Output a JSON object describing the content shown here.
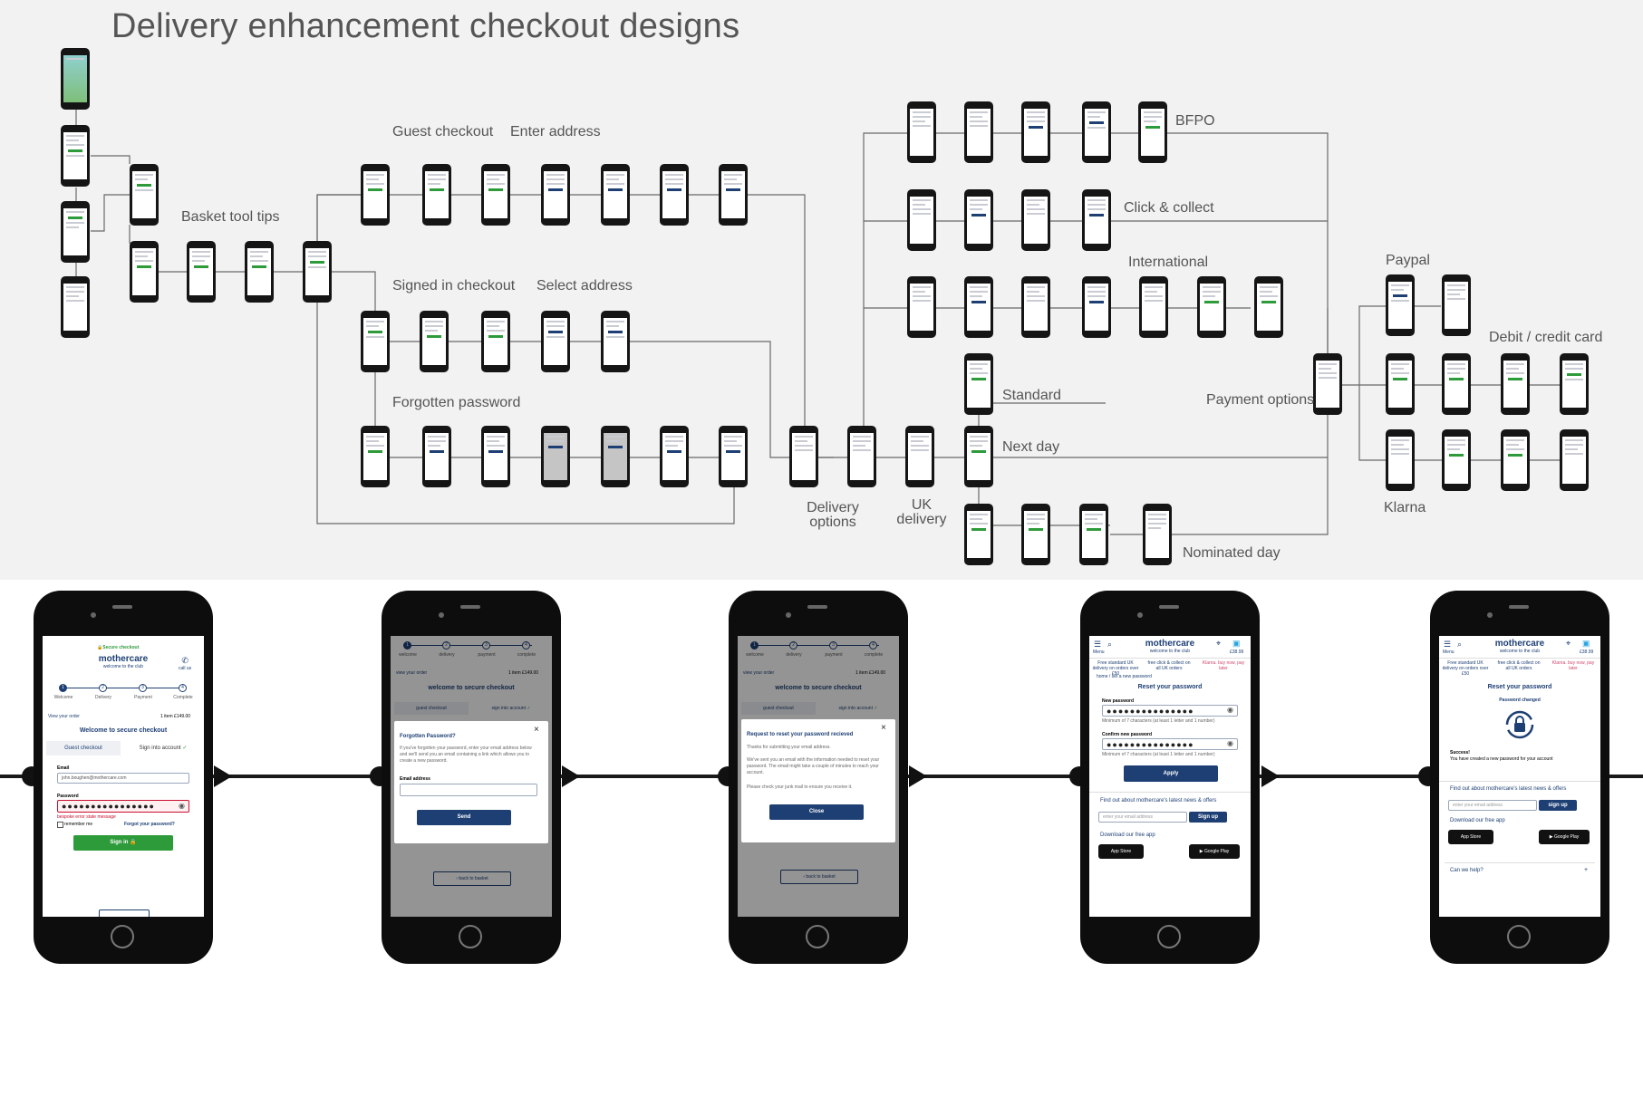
{
  "board": {
    "title": "Delivery enhancement checkout designs",
    "flow_labels": {
      "basket_tool_tips": "Basket tool tips",
      "guest_checkout": "Guest checkout",
      "enter_address": "Enter address",
      "signed_in_checkout": "Signed in checkout",
      "select_address": "Select address",
      "forgotten_password": "Forgotten password",
      "delivery_options": "Delivery options",
      "uk_delivery": "UK delivery",
      "bfpo": "BFPO",
      "click_collect": "Click & collect",
      "international": "International",
      "standard": "Standard",
      "next_day": "Next day",
      "nominated_day": "Nominated day",
      "payment_options": "Payment options",
      "paypal": "Paypal",
      "debit_credit": "Debit / credit card",
      "klarna": "Klarna"
    }
  },
  "screens": {
    "s1": {
      "secure_checkout": "Secure checkout",
      "brand": "mothercare",
      "tagline": "welcome to the club",
      "call_us": "call us",
      "steps": [
        "Welcome",
        "Delivery",
        "Payment",
        "Complete"
      ],
      "view_order": "View your order",
      "items": "1 item  £149.00",
      "heading": "Welcome to secure checkout",
      "tab_guest": "Guest checkout",
      "tab_signin": "Sign into account",
      "email_label": "Email",
      "email_value": "john.boughen@mothercare.com",
      "password_label": "Password",
      "password_value": "●●●●●●●●●●●●●●●●",
      "error_msg": "bespoke error state message",
      "remember_me": "remember me",
      "forgot_link": "Forgot your password?",
      "sign_in": "Sign in"
    },
    "s2": {
      "steps": [
        "welcome",
        "delivery",
        "payment",
        "complete"
      ],
      "view_order": "view your order",
      "items": "1 item  £149.00",
      "heading": "welcome to secure checkout",
      "tab_guest": "guest checkout",
      "tab_signin": "sign into account",
      "modal_title": "Forgotten Password?",
      "modal_body": "If you've forgotten your password, enter your email address below and we'll send you an email containing a link which allows you to create a new password.",
      "email_label": "Email address",
      "send": "Send",
      "back": "back to basket"
    },
    "s3": {
      "steps": [
        "welcome",
        "delivery",
        "payment",
        "complete"
      ],
      "view_order": "view your order",
      "items": "1 item  £149.00",
      "heading": "welcome to secure checkout",
      "tab_guest": "guest checkout",
      "tab_signin": "sign into account",
      "modal_title": "Request to reset your password recieved",
      "line1": "Thanks for submitting your email address.",
      "line2": "We've sent you an email with the information needed to reset your password. The email might take a couple of minutes to reach your account.",
      "line3": "Please check your junk mail to ensure you receive it.",
      "close": "Close",
      "back": "back to basket"
    },
    "s4": {
      "menu": "Menu",
      "brand": "mothercare",
      "tagline": "welcome to the club",
      "basket_total": "£38.99",
      "promo1": "Free standard UK delivery on orders over £50",
      "promo2": "free click & collect on all UK orders",
      "promo3": "Klarna. buy now, pay later",
      "breadcrumb": "home  /  set a new password",
      "heading": "Reset your password",
      "new_label": "New password",
      "pw_value": "●●●●●●●●●●●●●●●",
      "hint": "Minimum of 7 characters (at least 1 letter and 1 number)",
      "confirm_label": "Confirm new password",
      "apply": "Apply",
      "newsletter": "Find out about mothercare's latest news & offers",
      "email_placeholder": "enter your email address",
      "sign_up": "Sign up",
      "download": "Download our free app",
      "app_store": "App Store",
      "google_play": "Google Play"
    },
    "s5": {
      "menu": "Menu",
      "brand": "mothercare",
      "tagline": "welcome to the club",
      "basket_total": "£38.99",
      "promo1": "Free standard UK delivery on orders over £50",
      "promo2": "free click & collect on all UK orders",
      "promo3": "Klarna. buy now, pay later",
      "heading": "Reset your password",
      "sub": "Password changed",
      "success": "Success!",
      "success_msg": "You have created a new password for your account",
      "newsletter": "Find out about mothercare's latest news & offers",
      "email_placeholder": "enter your email address",
      "sign_up": "sign up",
      "download": "Download our free app",
      "app_store": "App Store",
      "google_play": "Google Play",
      "help": "Can we help?"
    }
  },
  "colors": {
    "navy": "#1d3f74",
    "green": "#2e9b3b",
    "error": "#c8102e",
    "board_bg": "#f2f2f2"
  }
}
